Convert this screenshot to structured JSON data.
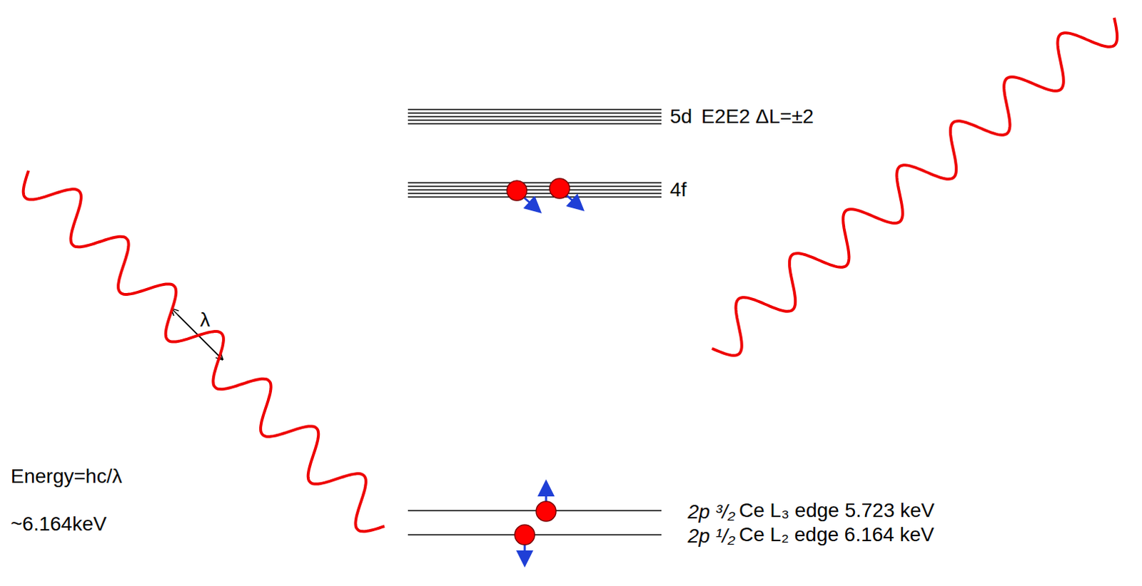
{
  "diagram": {
    "labels": [
      "5d",
      "E2E2 ΔL=±2",
      "4f",
      "λ",
      "Energy=hc/λ",
      "~6.164keV",
      "2p ³/₂",
      "Ce L₃ edge 5.723 keV",
      "2p ¹/₂",
      "Ce L₂ edge 6.164 keV"
    ]
  }
}
